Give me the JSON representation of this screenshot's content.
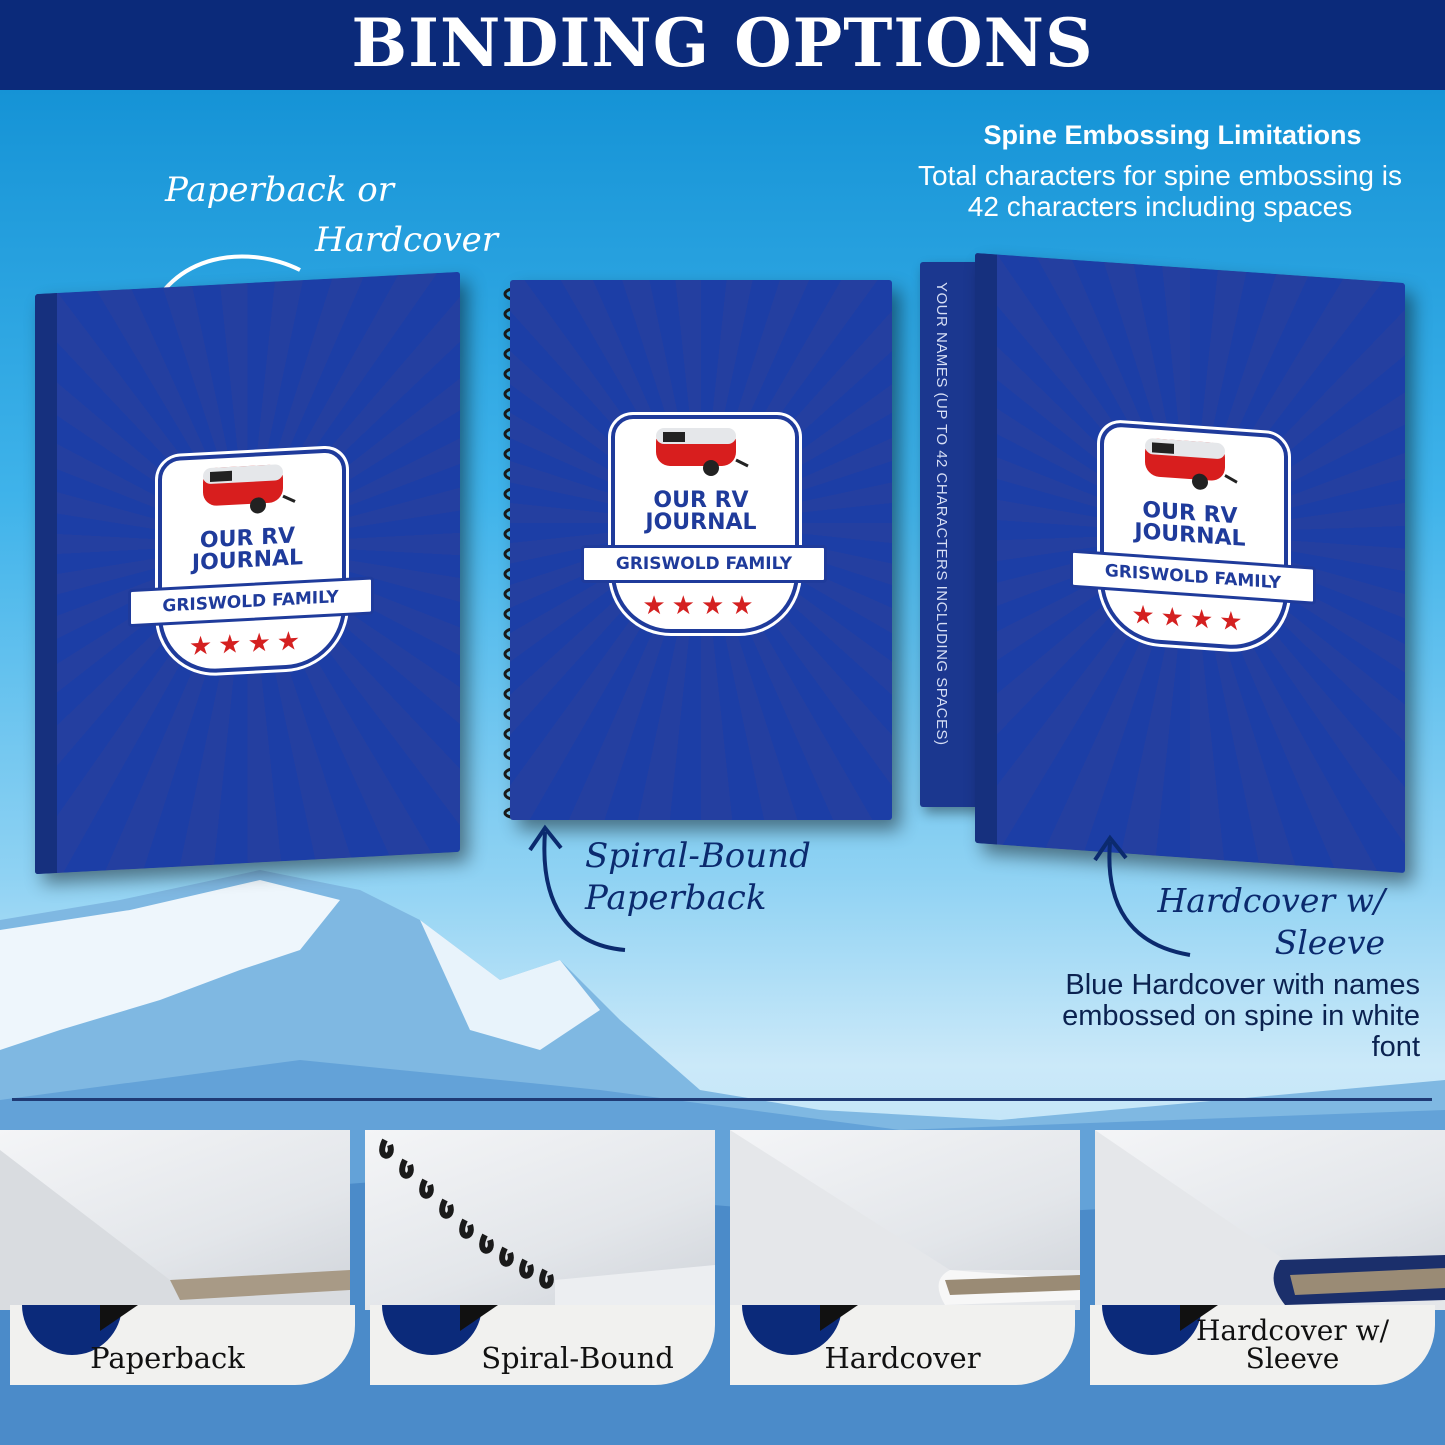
{
  "header": {
    "title": "BINDING OPTIONS"
  },
  "annotations": {
    "paperback_or_hardcover": [
      "Paperback or",
      "Hardcover"
    ],
    "spiral": [
      "Spiral-Bound",
      "Paperback"
    ],
    "sleeve": [
      "Hardcover w/",
      "Sleeve"
    ]
  },
  "spine_info": {
    "title": "Spine Embossing Limitations",
    "body": "Total characters for spine embossing is 42 characters including spaces"
  },
  "sleeve_description": "Blue Hardcover with names embossed on spine in white font",
  "spine_text": "YOUR NAMES (UP TO 42 CHARACTERS INCLUDING SPACES)",
  "book_cover": {
    "title_line1": "OUR RV",
    "title_line2": "JOURNAL",
    "family": "GRISWOLD FAMILY",
    "stars": "★★★★"
  },
  "binding_labels": [
    "Paperback",
    "Spiral-Bound",
    "Hardcover",
    "Hardcover w/",
    "Sleeve"
  ]
}
